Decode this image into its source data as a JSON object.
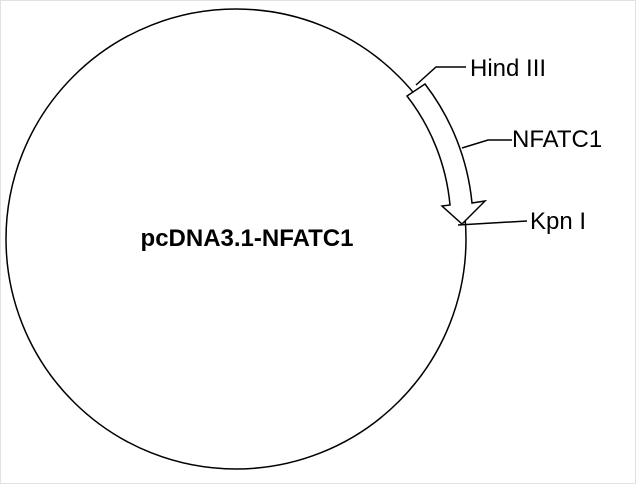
{
  "diagram": {
    "title": "pcDNA3.1-NFATC1",
    "features": [
      {
        "name": "insert-start-site",
        "label": "Hind III"
      },
      {
        "name": "insert",
        "label": "NFATC1"
      },
      {
        "name": "insert-end-site",
        "label": "Kpn I"
      }
    ],
    "colors": {
      "stroke": "#000000",
      "background": "#ffffff",
      "frame": "#e2e2e2"
    }
  }
}
